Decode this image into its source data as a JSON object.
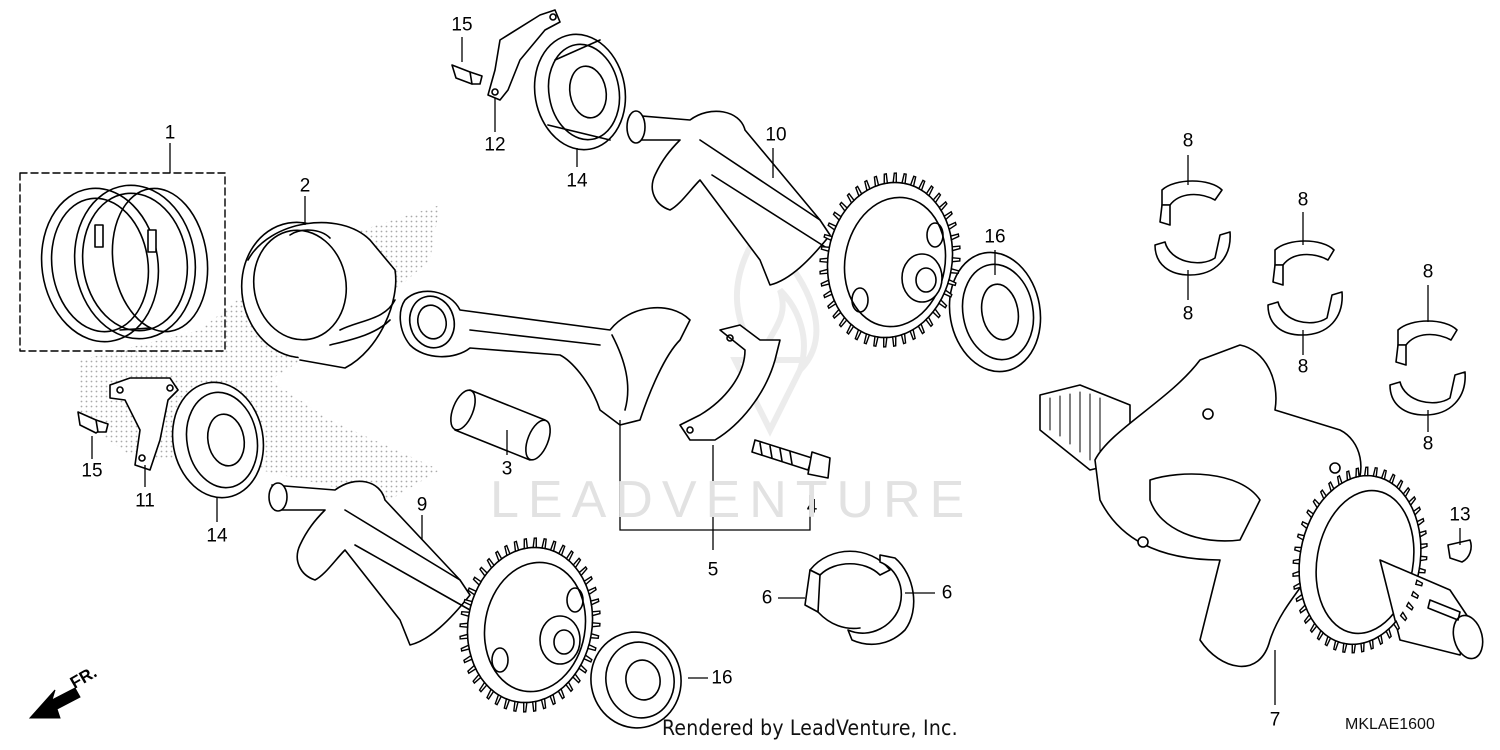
{
  "callouts": {
    "c1": "1",
    "c2": "2",
    "c3": "3",
    "c4": "4",
    "c5": "5",
    "c6a": "6",
    "c6b": "6",
    "c7": "7",
    "c8a": "8",
    "c8b": "8",
    "c8c": "8",
    "c8d": "8",
    "c8e": "8",
    "c8f": "8",
    "c9": "9",
    "c10": "10",
    "c11": "11",
    "c12": "12",
    "c13": "13",
    "c14a": "14",
    "c14b": "14",
    "c15a": "15",
    "c15b": "15",
    "c16a": "16",
    "c16b": "16"
  },
  "footer": {
    "credit": "Rendered by LeadVenture, Inc.",
    "code": "MKLAE1600",
    "watermark": "LEADVENTURE"
  },
  "direction": {
    "label": "FR."
  },
  "colors": {
    "line": "#000000",
    "watermark": "#e2e2e2",
    "shade": "#b8b8b8"
  }
}
